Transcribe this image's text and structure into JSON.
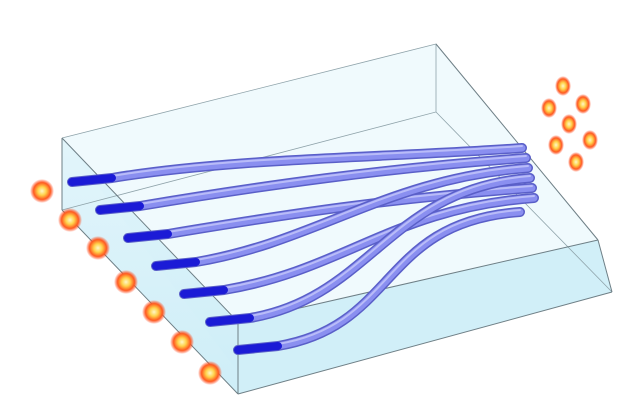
{
  "scene": {
    "description_free": true,
    "colors": {
      "glass_fill": "#d6f0f8",
      "glass_edge": "#6e7f86",
      "fiber_light": "#8a8ff0",
      "fiber_dark": "#1b1bd6",
      "spot_core": "#ffe59a",
      "spot_ring": "#ff4a1a",
      "background": "#ffffff"
    },
    "left_port_count": 7,
    "right_port_count": 7,
    "waveguide_count": 7
  }
}
